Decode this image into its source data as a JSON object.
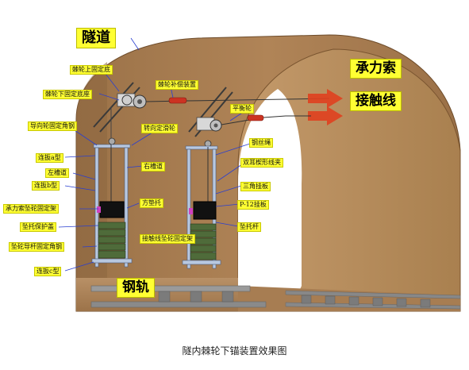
{
  "big_labels": {
    "tunnel": "隧道",
    "catenary_cable": "承力索",
    "contact_wire": "接触线",
    "rail": "钢轨"
  },
  "labels": {
    "ratchet_upper_base": "棘轮上固定底",
    "ratchet_lower_base": "棘轮下固定底座",
    "ratchet_comp": "棘轮补偿装置",
    "balance_wheel": "平衡轮",
    "guide_wheel_angle": "导向轮固定角钢",
    "turn_pulley": "转向定滑轮",
    "wire_rope": "钢丝绳",
    "plate_a": "连扳a型",
    "right_groove": "右槽道",
    "left_groove": "左槽道",
    "double_ear_clamp": "双耳楔形线夹",
    "plate_b": "连扳b型",
    "triangle_plate": "三角挂板",
    "catenary_weight_frame": "承力索坠砣固定架",
    "square_pad": "方垫托",
    "p12_plate": "P-12挂板",
    "weight_protect_cover": "坠托保护盖",
    "weight_rod": "坠托杆",
    "weight_guide_angle": "坠砣导杆固定角钢",
    "contact_weight_frame": "接触线坠砣固定架",
    "plate_c": "连扳c型"
  },
  "caption": "隧内棘轮下锚装置效果图",
  "colors": {
    "tunnel_body": "#a87e52",
    "tunnel_inner": "#8f6a44",
    "tunnel_outer_ring": "#bf9666",
    "label_bg": "#ffff33",
    "arrow_red": "#e0401f",
    "leader_blue": "#2a3fd0",
    "rail_gray": "#9a9a9a",
    "weight_green": "#4f6b3a"
  }
}
